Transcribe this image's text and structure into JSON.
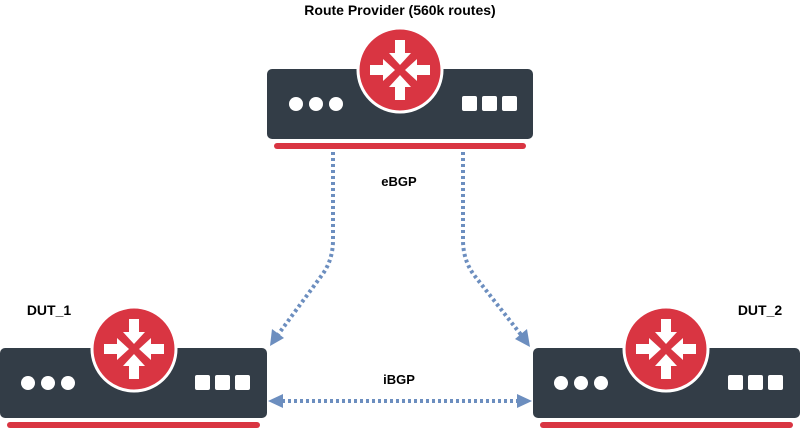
{
  "nodes": {
    "provider": {
      "label": "Route Provider (560k routes)"
    },
    "dut1": {
      "label": "DUT_1"
    },
    "dut2": {
      "label": "DUT_2"
    }
  },
  "links": {
    "ebgp": {
      "label": "eBGP"
    },
    "ibgp": {
      "label": "iBGP"
    }
  },
  "colors": {
    "device_body": "#333d47",
    "device_underline": "#d93542",
    "router_icon": "#d93542",
    "link": "#6c8ebf"
  },
  "icons": {
    "router": "router-arrows-icon"
  }
}
